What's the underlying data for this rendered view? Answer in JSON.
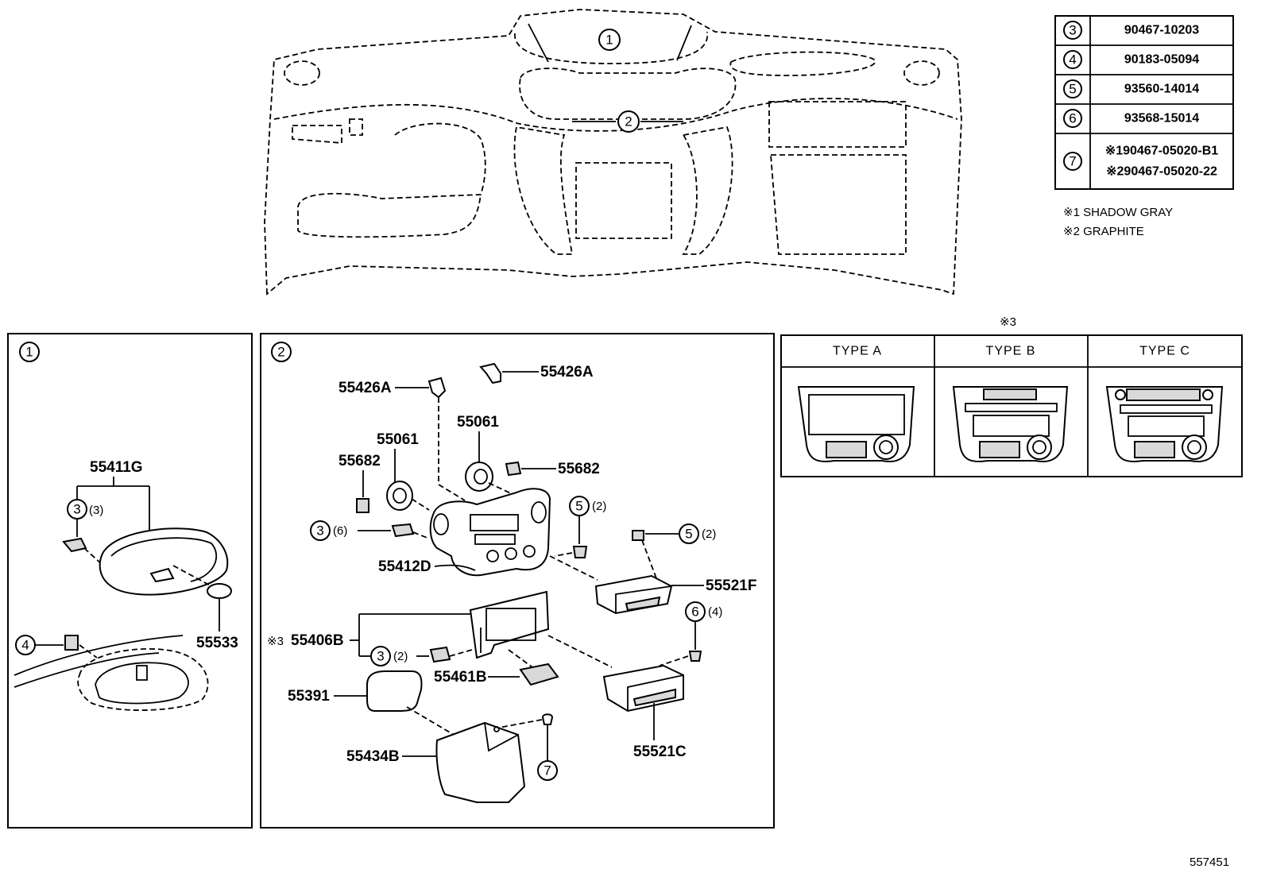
{
  "part_table": [
    {
      "ref": "3",
      "part_no": "90467-10203"
    },
    {
      "ref": "4",
      "part_no": "90183-05094"
    },
    {
      "ref": "5",
      "part_no": "93560-14014"
    },
    {
      "ref": "6",
      "part_no": "93568-15014"
    },
    {
      "ref": "7",
      "part_no_1": "※190467-05020-B1",
      "part_no_2": "※290467-05020-22"
    }
  ],
  "notes": [
    "※1 SHADOW GRAY",
    "※2 GRAPHITE"
  ],
  "type_table": {
    "marker": "※3",
    "headers": [
      "TYPE A",
      "TYPE B",
      "TYPE C"
    ]
  },
  "overview": {
    "callout_1": "1",
    "callout_2": "2"
  },
  "panel1": {
    "badge": "1",
    "labels": {
      "p55411G": "55411G",
      "p55533": "55533"
    },
    "callouts": {
      "c3": "3",
      "c3_qty": "(3)",
      "c4": "4"
    }
  },
  "panel2": {
    "badge": "2",
    "labels": {
      "p55426A_left": "55426A",
      "p55426A_right": "55426A",
      "p55061_left": "55061",
      "p55061_right": "55061",
      "p55682_left": "55682",
      "p55682_right": "55682",
      "p55412D": "55412D",
      "p55521F": "55521F",
      "p55406B_mark": "※3",
      "p55406B": "55406B",
      "p55461B": "55461B",
      "p55391": "55391",
      "p55434B": "55434B",
      "p55521C": "55521C"
    },
    "callouts": {
      "c3a": "3",
      "c3a_qty": "(6)",
      "c5a": "5",
      "c5a_qty": "(2)",
      "c5b": "5",
      "c5b_qty": "(2)",
      "c3b": "3",
      "c3b_qty": "(2)",
      "c6": "6",
      "c6_qty": "(4)",
      "c7": "7"
    }
  },
  "figure_id": "557451"
}
